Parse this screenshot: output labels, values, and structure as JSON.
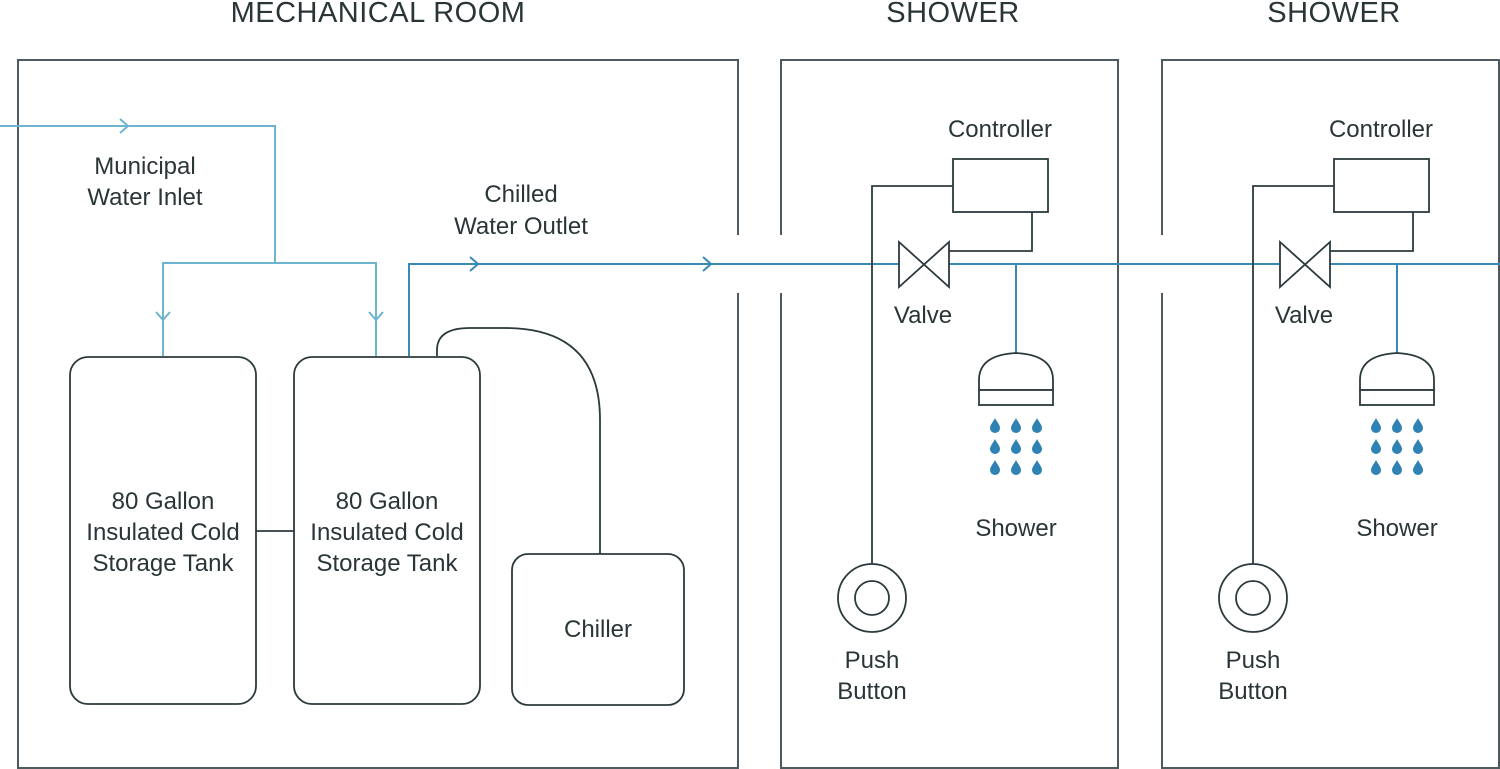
{
  "rooms": {
    "mechanical": {
      "title": "MECHANICAL ROOM"
    },
    "shower1": {
      "title": "SHOWER"
    },
    "shower2": {
      "title": "SHOWER"
    }
  },
  "labels": {
    "inlet": [
      "Municipal",
      "Water Inlet"
    ],
    "outlet": [
      "Chilled",
      "Water Outlet"
    ],
    "tank1": [
      "80 Gallon",
      "Insulated Cold",
      "Storage Tank"
    ],
    "tank2": [
      "80 Gallon",
      "Insulated Cold",
      "Storage Tank"
    ],
    "chiller": "Chiller",
    "shower1": {
      "controller": "Controller",
      "valve": "Valve",
      "shower": "Shower",
      "button": [
        "Push",
        "Button"
      ]
    },
    "shower2": {
      "controller": "Controller",
      "valve": "Valve",
      "shower": "Shower",
      "button": [
        "Push",
        "Button"
      ]
    }
  },
  "colors": {
    "inlet_pipe": "#6cb4d0",
    "outlet_pipe": "#3a8ab6",
    "water_drop": "#2e82b4",
    "outline": "#2c3a3d",
    "wall": "#4d5a5e"
  }
}
